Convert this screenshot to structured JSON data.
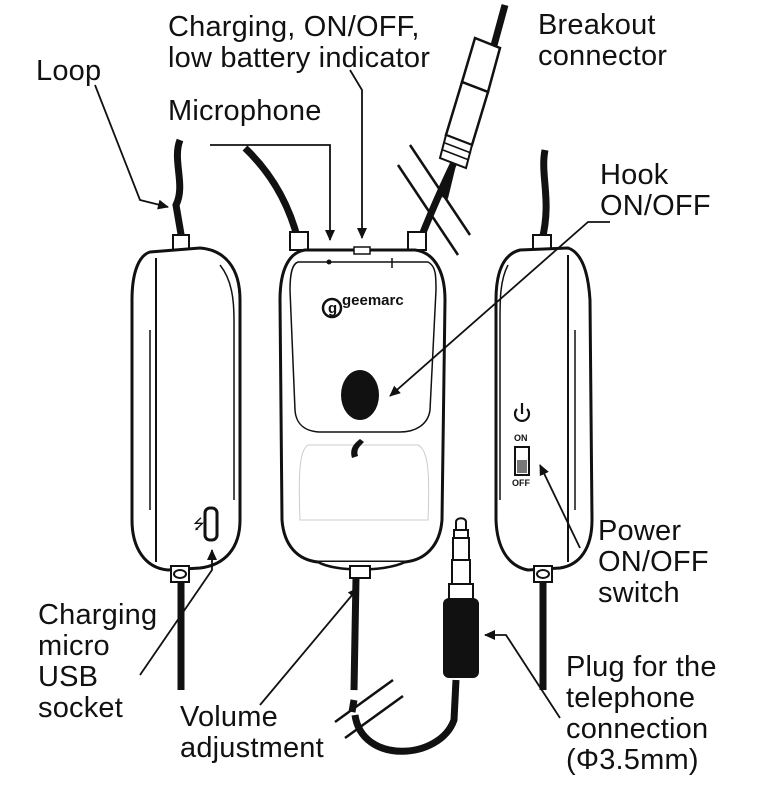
{
  "labels": {
    "loop": "Loop",
    "charging_indicator": [
      "Charging, ON/OFF,",
      "low battery indicator"
    ],
    "breakout_connector": [
      "Breakout",
      "connector"
    ],
    "microphone": "Microphone",
    "hook": [
      "Hook",
      "ON/OFF"
    ],
    "power_switch": [
      "Power",
      "ON/OFF",
      "switch"
    ],
    "charging_socket": [
      "Charging",
      "micro",
      "USB",
      "socket"
    ],
    "volume": [
      "Volume",
      "adjustment"
    ],
    "plug": [
      "Plug for the",
      "telephone",
      "connection",
      "(Φ3.5mm)"
    ]
  },
  "device": {
    "brand": "geemarc",
    "switch_on": "ON",
    "switch_off": "OFF"
  }
}
